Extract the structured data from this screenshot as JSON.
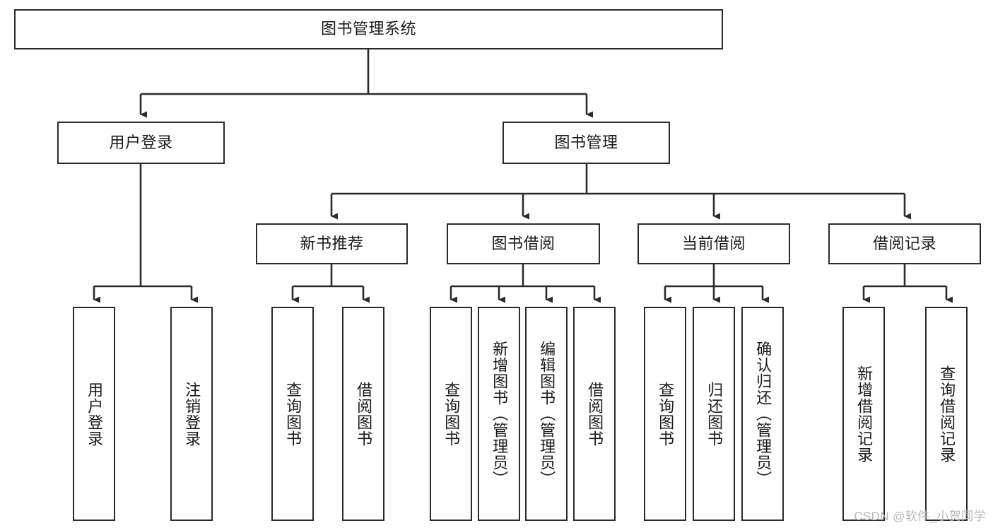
{
  "diagram": {
    "type": "tree-hierarchy-chart",
    "title": "图书管理系统",
    "colors": {
      "box_border": "#2b2b2b",
      "box_fill": "#ffffff",
      "connector": "#2b2b2b",
      "text": "#1a1a1a",
      "watermark": "#b9b9b9",
      "background": "#ffffff"
    },
    "root": {
      "label": "图书管理系统",
      "orientation": "horizontal"
    },
    "level2": [
      {
        "label": "用户登录",
        "orientation": "horizontal"
      },
      {
        "label": "图书管理",
        "orientation": "horizontal"
      }
    ],
    "level3": [
      {
        "label": "新书推荐",
        "orientation": "horizontal",
        "parent": "图书管理"
      },
      {
        "label": "图书借阅",
        "orientation": "horizontal",
        "parent": "图书管理"
      },
      {
        "label": "当前借阅",
        "orientation": "horizontal",
        "parent": "图书管理"
      },
      {
        "label": "借阅记录",
        "orientation": "horizontal",
        "parent": "图书管理"
      }
    ],
    "leaves": {
      "用户登录": [
        {
          "label": "用户登录",
          "orientation": "vertical"
        },
        {
          "label": "注销登录",
          "orientation": "vertical"
        }
      ],
      "新书推荐": [
        {
          "label": "查询图书",
          "orientation": "vertical"
        },
        {
          "label": "借阅图书",
          "orientation": "vertical"
        }
      ],
      "图书借阅": [
        {
          "label": "查询图书",
          "orientation": "vertical"
        },
        {
          "label": "新增图书（管理员）",
          "orientation": "vertical"
        },
        {
          "label": "编辑图书（管理员）",
          "orientation": "vertical"
        },
        {
          "label": "借阅图书",
          "orientation": "vertical"
        }
      ],
      "当前借阅": [
        {
          "label": "查询图书",
          "orientation": "vertical"
        },
        {
          "label": "归还图书",
          "orientation": "vertical"
        },
        {
          "label": "确认归还（管理员）",
          "orientation": "vertical"
        }
      ],
      "借阅记录": [
        {
          "label": "新增借阅记录",
          "orientation": "vertical"
        },
        {
          "label": "查询借阅记录",
          "orientation": "vertical"
        }
      ]
    }
  },
  "watermark": {
    "text": "CSDN @软件_小贺同学"
  }
}
